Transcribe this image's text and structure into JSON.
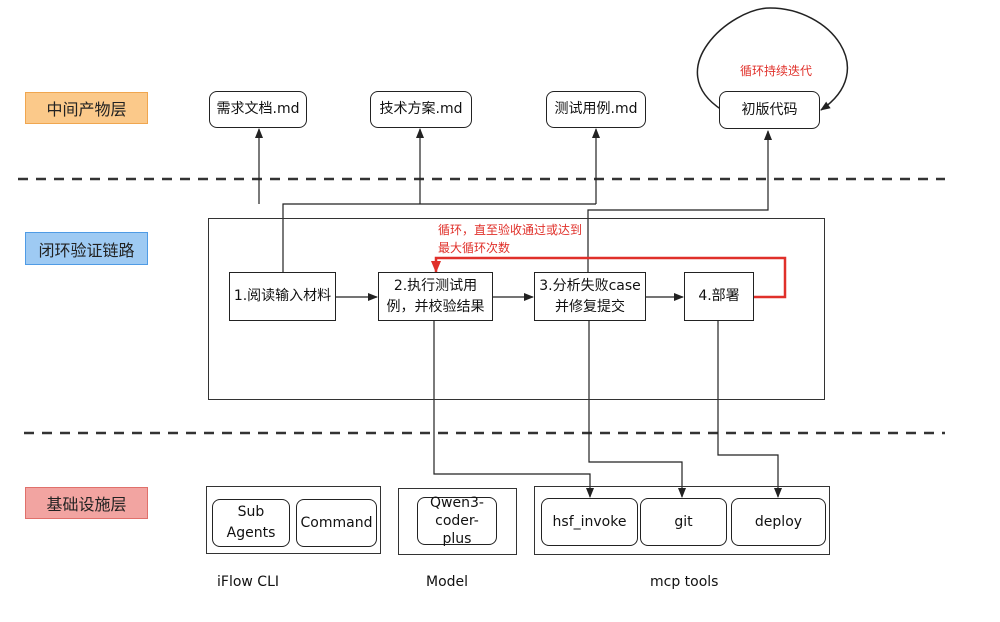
{
  "layers": {
    "artifact": "中间产物层",
    "loop": "闭环验证链路",
    "infra": "基础设施层"
  },
  "artifacts": {
    "requirements_doc": "需求文档.md",
    "tech_plan": "技术方案.md",
    "test_cases": "测试用例.md",
    "initial_code": "初版代码",
    "iteration_note": "循环持续迭代"
  },
  "steps": {
    "read_input": "1.阅读输入材料",
    "run_tests": "2.执行测试用例，并校验结果",
    "analyze_fix": "3.分析失败case并修复提交",
    "deploy": "4.部署"
  },
  "loop_note": "循环，直至验收通过或达到最大循环次数",
  "infra": {
    "iflow": {
      "sub_agents": "Sub Agents",
      "command": "Command",
      "caption": "iFlow CLI"
    },
    "model": {
      "name": "Qwen3-coder-plus",
      "caption": "Model"
    },
    "mcp": {
      "hsf": "hsf_invoke",
      "git": "git",
      "deploy": "deploy",
      "caption": "mcp tools"
    }
  },
  "colors": {
    "artifact_layer": "#fbc98a",
    "loop_layer": "#9ecaf3",
    "infra_layer": "#f2a4a1",
    "loop_arrow": "#e0302a"
  }
}
